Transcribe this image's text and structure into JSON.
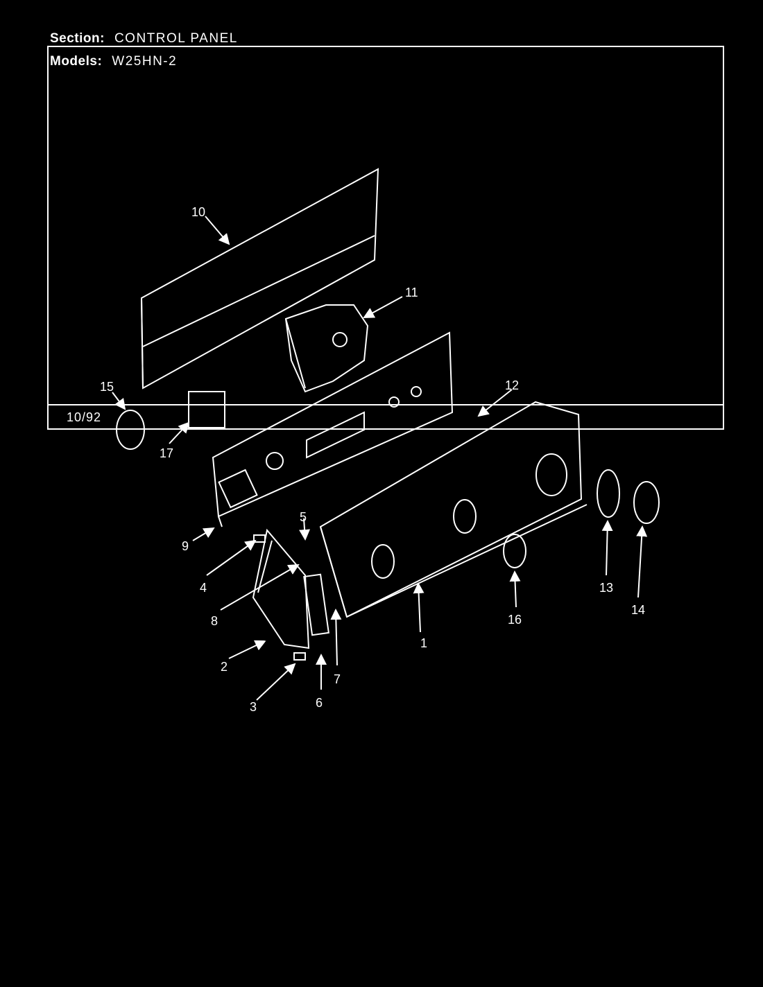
{
  "header": {
    "section_label": "Section:",
    "section_value": "CONTROL PANEL",
    "models_label": "Models:",
    "models_value": "W25HN-2"
  },
  "footer": {
    "date": "10/92"
  },
  "callouts": [
    "1",
    "2",
    "3",
    "4",
    "5",
    "6",
    "7",
    "8",
    "9",
    "10",
    "11",
    "12",
    "13",
    "14",
    "15",
    "16",
    "17"
  ]
}
